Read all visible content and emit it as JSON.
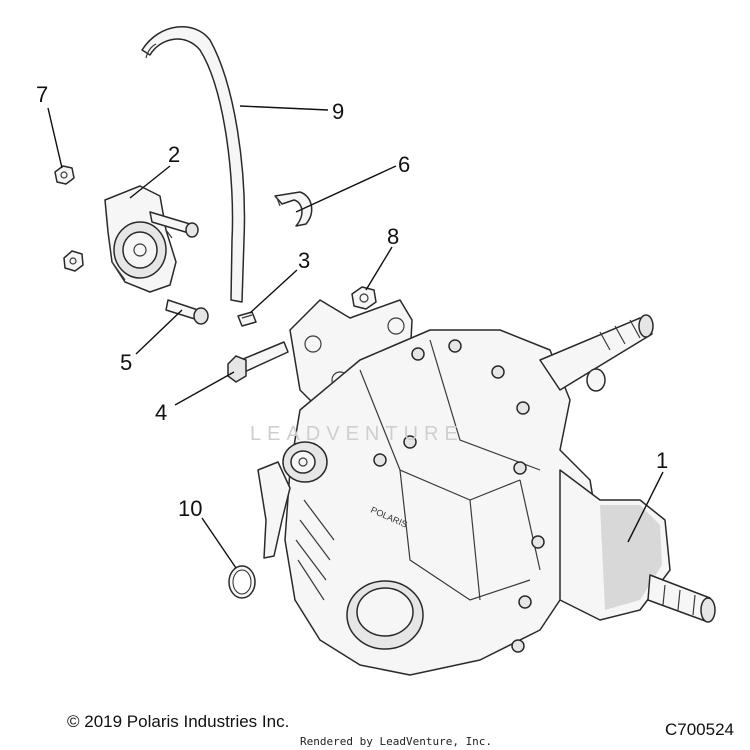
{
  "callouts": [
    {
      "id": "1",
      "label": "1"
    },
    {
      "id": "2",
      "label": "2"
    },
    {
      "id": "3",
      "label": "3"
    },
    {
      "id": "4",
      "label": "4"
    },
    {
      "id": "5",
      "label": "5"
    },
    {
      "id": "6",
      "label": "6"
    },
    {
      "id": "7",
      "label": "7"
    },
    {
      "id": "8",
      "label": "8"
    },
    {
      "id": "9",
      "label": "9"
    },
    {
      "id": "10",
      "label": "10"
    }
  ],
  "footer": {
    "copyright": "© 2019 Polaris Industries Inc.",
    "rendered_by": "Rendered by LeadVenture, Inc.",
    "diagram_code": "C700524"
  },
  "watermark": "LEADVENTURE",
  "housing_logo": "POLARIS"
}
